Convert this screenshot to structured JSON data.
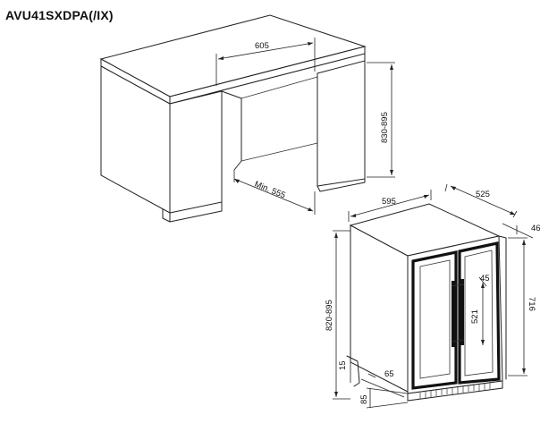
{
  "title": "AVU41SXDPA(/IX)",
  "dimensions": {
    "cabinet_width": "605",
    "cabinet_height": "830-895",
    "cabinet_depth": "Min. 555",
    "unit_width": "595",
    "unit_depth": "525",
    "door_depth": "46",
    "unit_height": "716",
    "install_height": "820-895",
    "handle_offset": "45",
    "handle_length": "521",
    "base_15": "15",
    "kick_65": "65",
    "kick_85": "85"
  },
  "colors": {
    "line": "#222222",
    "background": "#ffffff"
  }
}
